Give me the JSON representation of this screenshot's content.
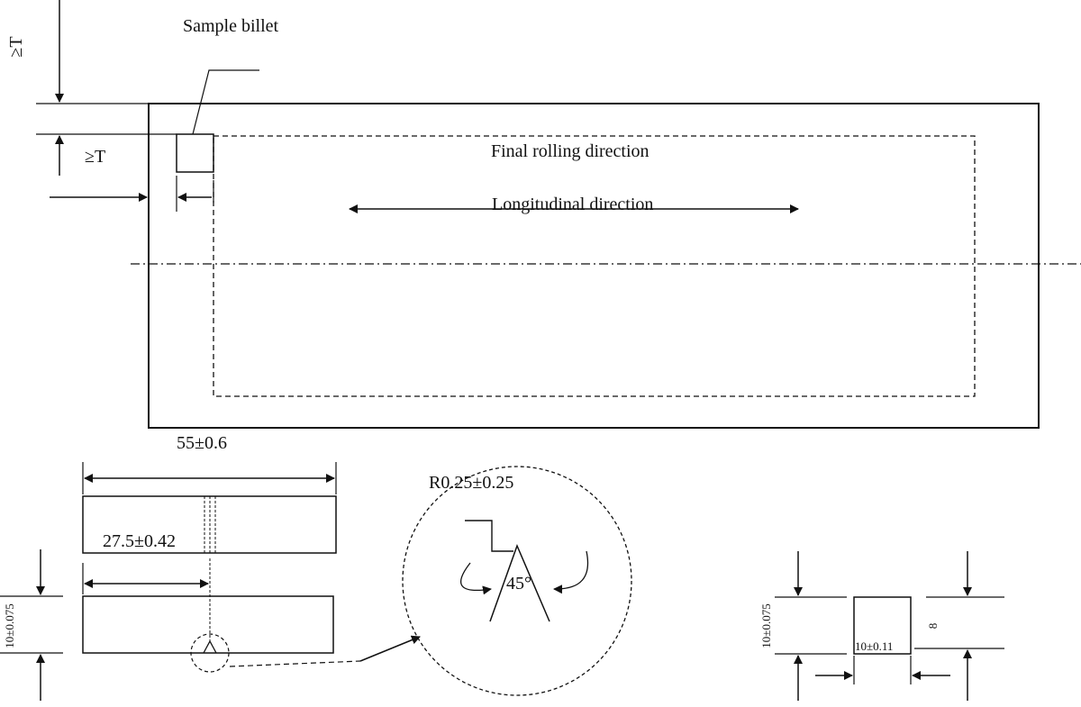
{
  "labels": {
    "sample_billet": "Sample billet",
    "ge_t_vertical": "≥T",
    "ge_t_horizontal": "≥T",
    "final_rolling_direction": "Final rolling direction",
    "longitudinal_direction": "Longitudinal direction",
    "length_dim": "55±0.6",
    "notch_pos_dim": "27.5±0.42",
    "height_dim": "10±0.075",
    "radius_dim": "R0.25±0.25",
    "angle_dim": "45°",
    "cs_height_dim": "10±0.075",
    "cs_width_dim": "10±0.11",
    "cs_notch_depth": "8"
  },
  "colors": {
    "stroke": "#111111",
    "background": "#ffffff"
  }
}
